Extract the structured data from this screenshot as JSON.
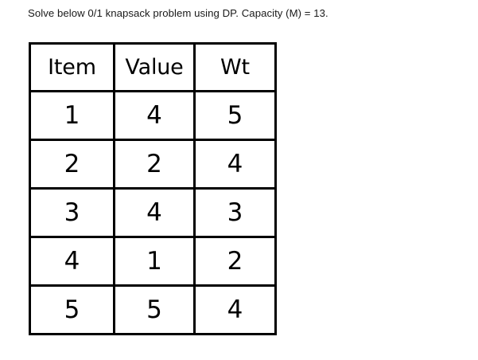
{
  "prompt": {
    "text": "Solve below 0/1 knapsack problem using DP. Capacity (M) = 13."
  },
  "problem": {
    "type": "0/1 knapsack",
    "method": "DP",
    "capacity_label": "Capacity (M)",
    "capacity": 13
  },
  "table": {
    "headers": [
      "Item",
      "Value",
      "Wt"
    ],
    "rows": [
      {
        "item": "1",
        "value": "4",
        "wt": "5"
      },
      {
        "item": "2",
        "value": "2",
        "wt": "4"
      },
      {
        "item": "3",
        "value": "4",
        "wt": "3"
      },
      {
        "item": "4",
        "value": "1",
        "wt": "2"
      },
      {
        "item": "5",
        "value": "5",
        "wt": "4"
      }
    ]
  },
  "colors": {
    "background": "#ffffff",
    "text": "#000000",
    "prompt_text": "#1a1a1a",
    "border": "#000000"
  }
}
